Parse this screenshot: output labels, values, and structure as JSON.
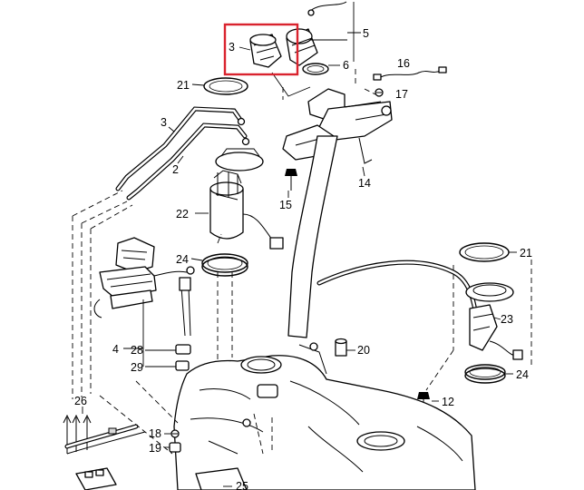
{
  "colors": {
    "highlight": "#d9232e",
    "ink": "#000000",
    "background": "#ffffff"
  },
  "callouts": {
    "c1": "3",
    "c2": "5",
    "c3": "6",
    "c4": "16",
    "c5": "17",
    "c6": "21",
    "c7": "3",
    "c8": "2",
    "c9": "15",
    "c10": "14",
    "c11": "22",
    "c12": "24",
    "c13": "21",
    "c14": "23",
    "c15": "4",
    "c16": "28",
    "c17": "29",
    "c18": "20",
    "c19": "24",
    "c20": "12",
    "c21": "26",
    "c22": "18",
    "c23": "19",
    "c24": "25"
  }
}
